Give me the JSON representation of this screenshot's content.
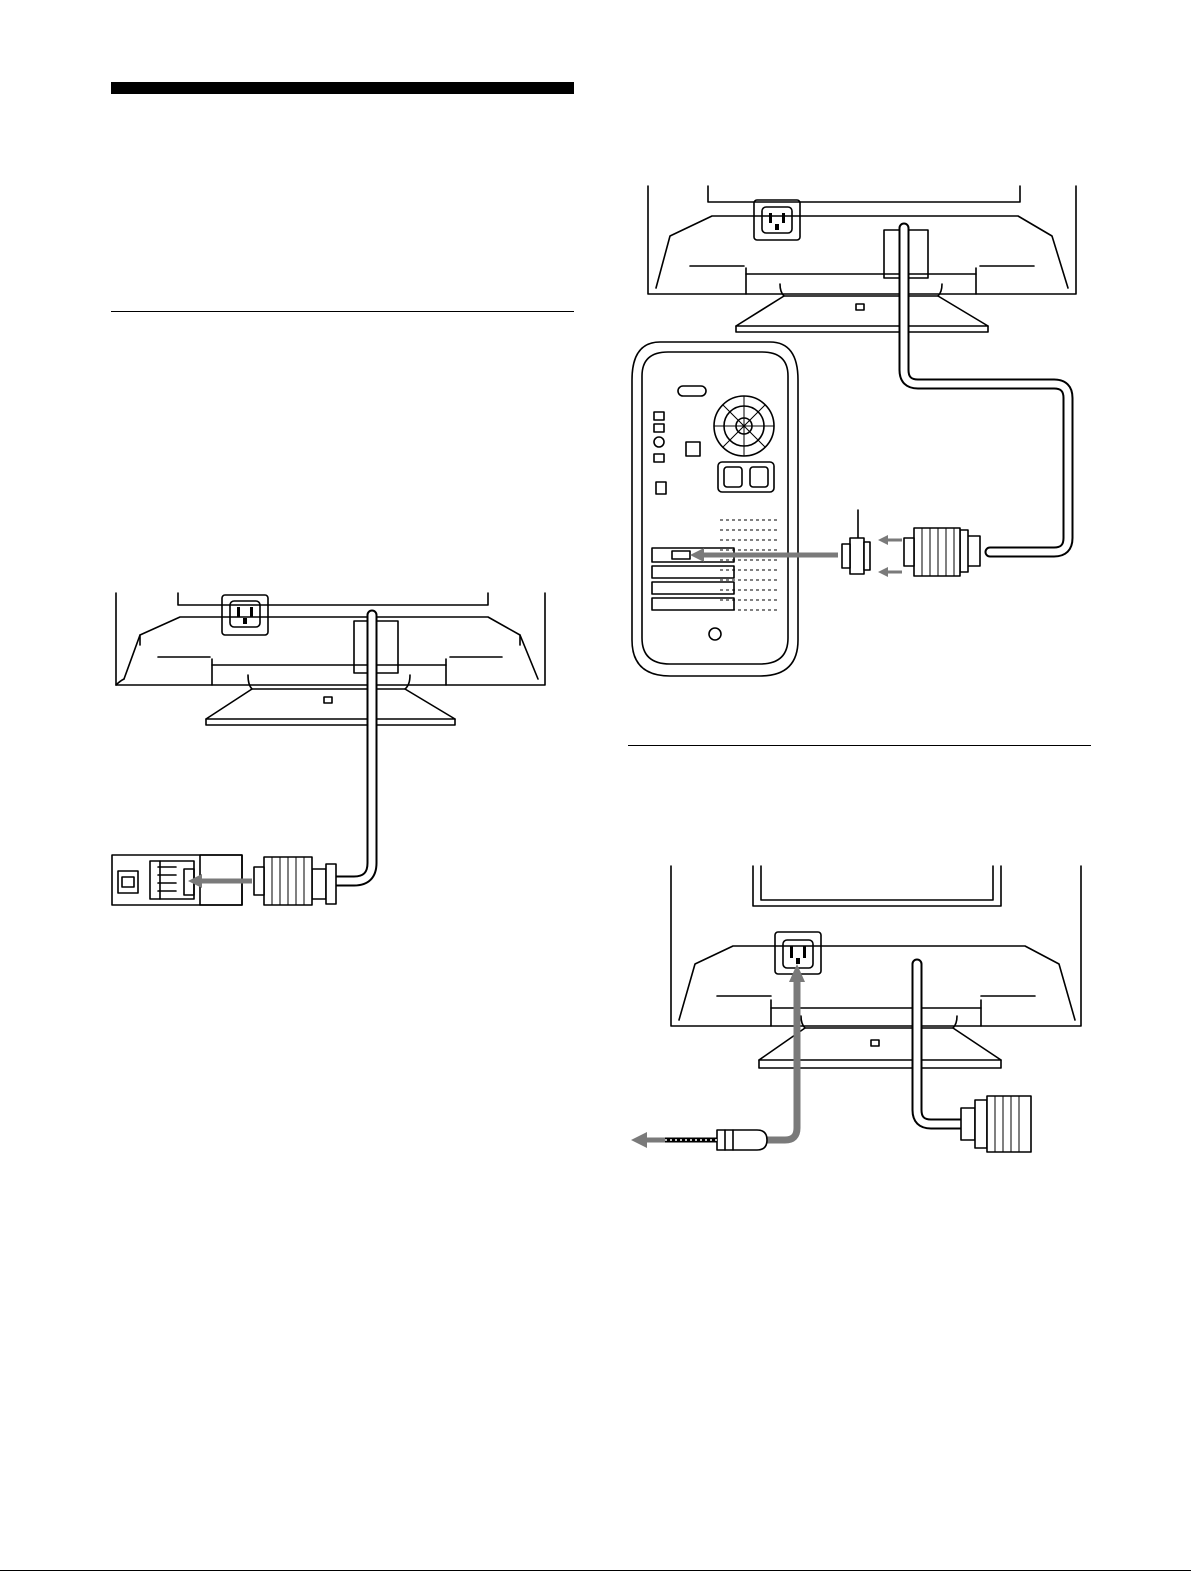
{
  "page": {
    "background": "#ffffff",
    "ink_color": "#000000",
    "arrow_color": "#7a7a7a"
  },
  "figures": [
    {
      "id": "fig-pc-connection",
      "depicts": "monitor-rear-to-pc-video-output"
    },
    {
      "id": "fig-mac-connection",
      "depicts": "monitor-rear-to-macintosh-via-adapter"
    },
    {
      "id": "fig-power-connection",
      "depicts": "monitor-power-cord-to-ac-inlet"
    }
  ]
}
